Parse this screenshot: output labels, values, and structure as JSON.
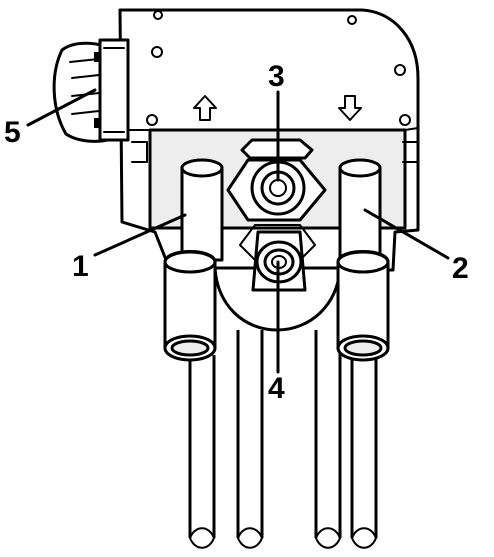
{
  "callouts": [
    {
      "id": "1",
      "label": "1"
    },
    {
      "id": "2",
      "label": "2"
    },
    {
      "id": "3",
      "label": "3"
    },
    {
      "id": "4",
      "label": "4"
    },
    {
      "id": "5",
      "label": "5"
    }
  ],
  "colors": {
    "line": "#000000",
    "background": "#ffffff",
    "shade": "#ededed"
  }
}
